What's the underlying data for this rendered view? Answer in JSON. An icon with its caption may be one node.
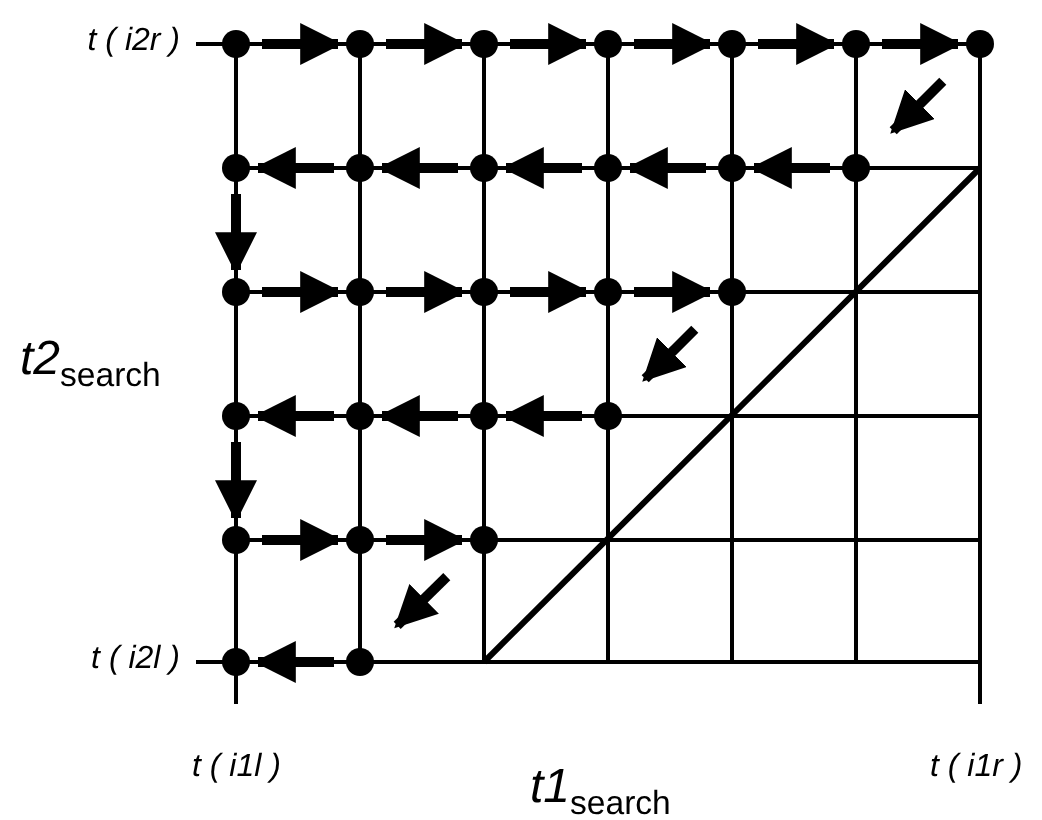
{
  "diagram": {
    "nodes": [
      {
        "text": [],
        "shape": "circle"
      },
      {
        "text": [],
        "shape": "circle"
      },
      {
        "text": [],
        "shape": "circle"
      },
      {
        "text": [],
        "shape": "circle"
      },
      {
        "text": [],
        "shape": "circle"
      },
      {
        "text": [],
        "shape": "circle"
      },
      {
        "text": [],
        "shape": "circle"
      },
      {
        "text": [],
        "shape": "circle"
      },
      {
        "text": [],
        "shape": "circle"
      },
      {
        "text": [],
        "shape": "circle"
      },
      {
        "text": [],
        "shape": "circle"
      },
      {
        "text": [],
        "shape": "circle"
      },
      {
        "text": [],
        "shape": "circle"
      },
      {
        "text": [],
        "shape": "circle"
      },
      {
        "text": [],
        "shape": "circle"
      },
      {
        "text": [],
        "shape": "circle"
      },
      {
        "text": [],
        "shape": "circle"
      },
      {
        "text": [],
        "shape": "circle"
      },
      {
        "text": [],
        "shape": "circle"
      },
      {
        "text": [],
        "shape": "circle"
      },
      {
        "text": [],
        "shape": "circle"
      },
      {
        "text": [],
        "shape": "circle"
      },
      {
        "text": [],
        "shape": "circle"
      },
      {
        "text": [],
        "shape": "circle"
      },
      {
        "text": [],
        "shape": "circle"
      },
      {
        "text": [],
        "shape": "circle"
      },
      {
        "text": [],
        "shape": "circle"
      }
    ],
    "edges": [
      {
        "from": 0,
        "to": 1,
        "arrow": "to"
      },
      {
        "from": 1,
        "to": 2,
        "arrow": "to"
      },
      {
        "from": 2,
        "to": 3,
        "arrow": "to"
      },
      {
        "from": 3,
        "to": 4,
        "arrow": "to"
      },
      {
        "from": 4,
        "to": 5,
        "arrow": "to"
      },
      {
        "from": 5,
        "to": 6,
        "arrow": "to"
      },
      {
        "from": 6,
        "to": 12,
        "arrow": "to"
      },
      {
        "from": 12,
        "to": 11,
        "arrow": "to"
      },
      {
        "from": 11,
        "to": 10,
        "arrow": "to"
      },
      {
        "from": 10,
        "to": 9,
        "arrow": "to"
      },
      {
        "from": 9,
        "to": 8,
        "arrow": "to"
      },
      {
        "from": 8,
        "to": 7,
        "arrow": "to"
      },
      {
        "from": 7,
        "to": 13,
        "arrow": "to"
      },
      {
        "from": 13,
        "to": 14,
        "arrow": "to"
      },
      {
        "from": 14,
        "to": 15,
        "arrow": "to"
      },
      {
        "from": 15,
        "to": 16,
        "arrow": "to"
      },
      {
        "from": 16,
        "to": 17,
        "arrow": "to"
      },
      {
        "from": 17,
        "to": 21,
        "arrow": "to"
      },
      {
        "from": 21,
        "to": 20,
        "arrow": "to"
      },
      {
        "from": 20,
        "to": 19,
        "arrow": "to"
      },
      {
        "from": 19,
        "to": 18,
        "arrow": "to"
      },
      {
        "from": 18,
        "to": 22,
        "arrow": "to"
      },
      {
        "from": 22,
        "to": 23,
        "arrow": "to"
      },
      {
        "from": 23,
        "to": 24,
        "arrow": "to"
      },
      {
        "from": 24,
        "to": 26,
        "arrow": "to"
      },
      {
        "from": 26,
        "to": 25,
        "arrow": "to"
      }
    ],
    "labels": [
      "t ( i2r )",
      "*t2*$_{search}$",
      "t ( i2l )",
      "t ( i1l )",
      "*t1*$_{search}$",
      "t ( i1r )"
    ]
  }
}
